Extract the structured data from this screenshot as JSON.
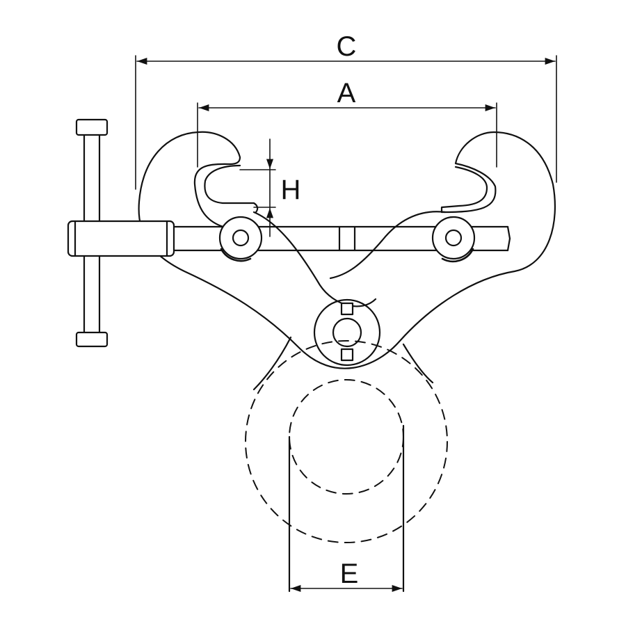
{
  "colors": {
    "stroke": "#111111",
    "background": "#ffffff"
  },
  "dimensions": {
    "c_label": "C",
    "a_label": "A",
    "h_label": "H",
    "e_label": "E"
  }
}
